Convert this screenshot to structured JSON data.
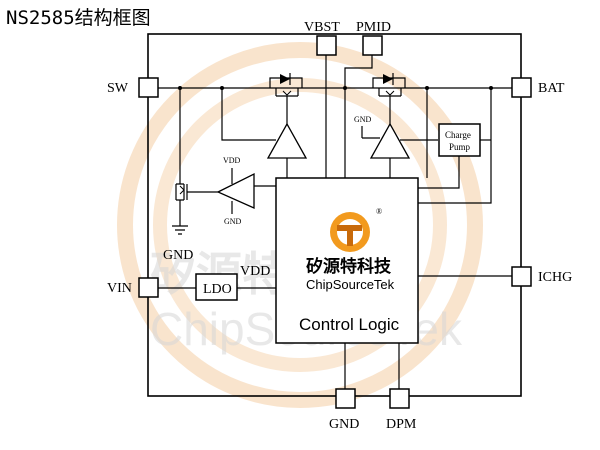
{
  "title": "NS2585结构框图",
  "pins": {
    "sw": "SW",
    "vin": "VIN",
    "vbst": "VBST",
    "pmid": "PMID",
    "bat": "BAT",
    "ichg": "ICHG",
    "gnd": "GND",
    "dpm": "DPM"
  },
  "labels": {
    "gnd_left": "GND",
    "vdd_ldo": "VDD",
    "ldo": "LDO",
    "control_logic": "Control Logic",
    "charge_pump_line1": "Charge",
    "charge_pump_line2": "Pump",
    "amp_vdd": "VDD",
    "amp_gnd": "GND",
    "comp_gnd": "GND"
  },
  "brand": {
    "name_cn": "矽源特科技",
    "name_en": "ChipSourceTek",
    "registered": "®"
  },
  "watermark": {
    "cn": "矽源特科技",
    "en": "ChipSourceTek"
  },
  "colors": {
    "logo_orange": "#f29a1e",
    "watermark_ring": "#f7d9b8"
  }
}
